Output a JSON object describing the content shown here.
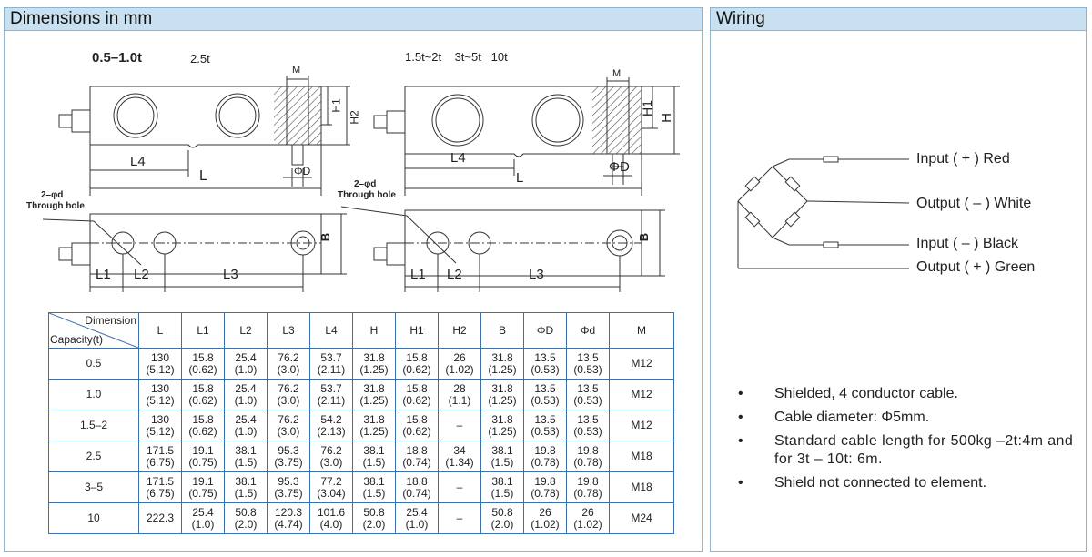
{
  "dimensions_panel": {
    "title": "Dimensions in mm",
    "caption_left_bold": "0.5–1.0t",
    "caption_left_extra": "2.5t",
    "caption_right": "1.5t~2t    3t~5t   10t",
    "labels": {
      "M": "M",
      "H1": "H1",
      "H2": "H2",
      "H": "H",
      "L4": "L4",
      "L": "L",
      "phiD": "ΦD",
      "through_hole_1": "2–φd",
      "through_hole_2": "Through hole",
      "L1": "L1",
      "L2": "L2",
      "L3": "L3",
      "B": "B"
    }
  },
  "table": {
    "corner_top": "Dimension",
    "corner_bottom": "Capacity(t)",
    "columns": [
      "L",
      "L1",
      "L2",
      "L3",
      "L4",
      "H",
      "H1",
      "H2",
      "B",
      "ΦD",
      "Φd",
      "M"
    ],
    "rows": [
      {
        "capacity": "0.5",
        "cells": [
          [
            "130",
            "(5.12)"
          ],
          [
            "15.8",
            "(0.62)"
          ],
          [
            "25.4",
            "(1.0)"
          ],
          [
            "76.2",
            "(3.0)"
          ],
          [
            "53.7",
            "(2.11)"
          ],
          [
            "31.8",
            "(1.25)"
          ],
          [
            "15.8",
            "(0.62)"
          ],
          [
            "26",
            "(1.02)"
          ],
          [
            "31.8",
            "(1.25)"
          ],
          [
            "13.5",
            "(0.53)"
          ],
          [
            "13.5",
            "(0.53)"
          ],
          [
            "M12",
            ""
          ]
        ]
      },
      {
        "capacity": "1.0",
        "cells": [
          [
            "130",
            "(5.12)"
          ],
          [
            "15.8",
            "(0.62)"
          ],
          [
            "25.4",
            "(1.0)"
          ],
          [
            "76.2",
            "(3.0)"
          ],
          [
            "53.7",
            "(2.11)"
          ],
          [
            "31.8",
            "(1.25)"
          ],
          [
            "15.8",
            "(0.62)"
          ],
          [
            "28",
            "(1.1)"
          ],
          [
            "31.8",
            "(1.25)"
          ],
          [
            "13.5",
            "(0.53)"
          ],
          [
            "13.5",
            "(0.53)"
          ],
          [
            "M12",
            ""
          ]
        ]
      },
      {
        "capacity": "1.5–2",
        "cells": [
          [
            "130",
            "(5.12)"
          ],
          [
            "15.8",
            "(0.62)"
          ],
          [
            "25.4",
            "(1.0)"
          ],
          [
            "76.2",
            "(3.0)"
          ],
          [
            "54.2",
            "(2.13)"
          ],
          [
            "31.8",
            "(1.25)"
          ],
          [
            "15.8",
            "(0.62)"
          ],
          [
            "–",
            ""
          ],
          [
            "31.8",
            "(1.25)"
          ],
          [
            "13.5",
            "(0.53)"
          ],
          [
            "13.5",
            "(0.53)"
          ],
          [
            "M12",
            ""
          ]
        ]
      },
      {
        "capacity": "2.5",
        "cells": [
          [
            "171.5",
            "(6.75)"
          ],
          [
            "19.1",
            "(0.75)"
          ],
          [
            "38.1",
            "(1.5)"
          ],
          [
            "95.3",
            "(3.75)"
          ],
          [
            "76.2",
            "(3.0)"
          ],
          [
            "38.1",
            "(1.5)"
          ],
          [
            "18.8",
            "(0.74)"
          ],
          [
            "34",
            "(1.34)"
          ],
          [
            "38.1",
            "(1.5)"
          ],
          [
            "19.8",
            "(0.78)"
          ],
          [
            "19.8",
            "(0.78)"
          ],
          [
            "M18",
            ""
          ]
        ]
      },
      {
        "capacity": "3–5",
        "cells": [
          [
            "171.5",
            "(6.75)"
          ],
          [
            "19.1",
            "(0.75)"
          ],
          [
            "38.1",
            "(1.5)"
          ],
          [
            "95.3",
            "(3.75)"
          ],
          [
            "77.2",
            "(3.04)"
          ],
          [
            "38.1",
            "(1.5)"
          ],
          [
            "18.8",
            "(0.74)"
          ],
          [
            "–",
            ""
          ],
          [
            "38.1",
            "(1.5)"
          ],
          [
            "19.8",
            "(0.78)"
          ],
          [
            "19.8",
            "(0.78)"
          ],
          [
            "M18",
            ""
          ]
        ]
      },
      {
        "capacity": "10",
        "cells": [
          [
            "222.3",
            ""
          ],
          [
            "25.4",
            "(1.0)"
          ],
          [
            "50.8",
            "(2.0)"
          ],
          [
            "120.3",
            "(4.74)"
          ],
          [
            "101.6",
            "(4.0)"
          ],
          [
            "50.8",
            "(2.0)"
          ],
          [
            "25.4",
            "(1.0)"
          ],
          [
            "–",
            ""
          ],
          [
            "50.8",
            "(2.0)"
          ],
          [
            "26",
            "(1.02)"
          ],
          [
            "26",
            "(1.02)"
          ],
          [
            "M24",
            ""
          ]
        ]
      }
    ]
  },
  "wiring_panel": {
    "title": "Wiring",
    "wires": {
      "input_pos": "Input ( + ) Red",
      "output_neg": "Output ( – ) White",
      "input_neg": "Input ( – ) Black",
      "output_pos": "Output ( + ) Green"
    },
    "bullets": [
      "Shielded, 4 conductor cable.",
      "Cable diameter: Φ5mm.",
      "Standard cable length for 500kg –2t:4m and for 3t – 10t: 6m.",
      "Shield not connected to element."
    ],
    "bullet_symbol": "•"
  }
}
